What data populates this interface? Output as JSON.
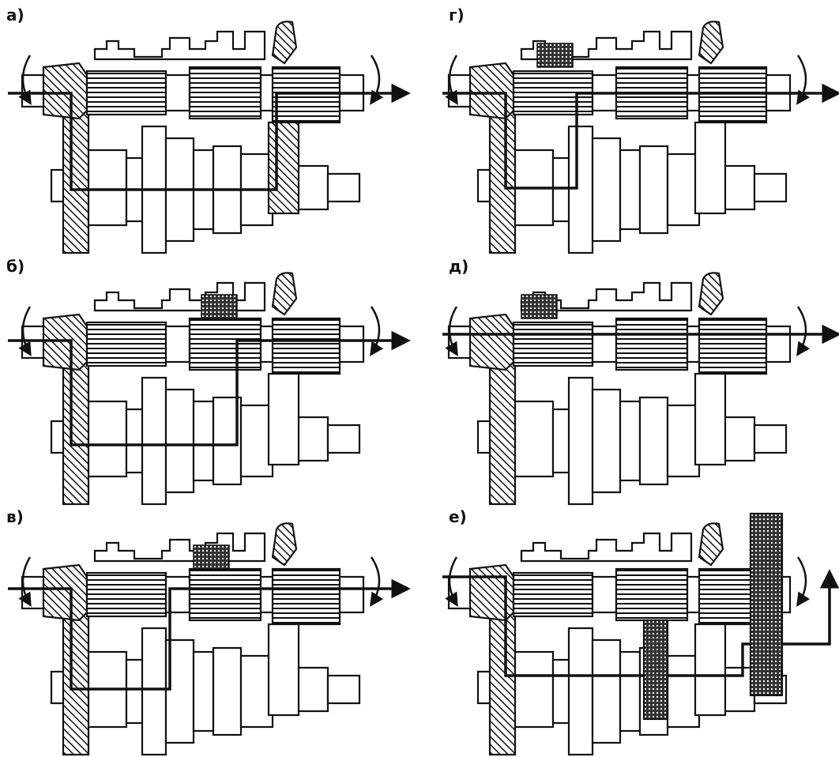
{
  "panels": [
    {
      "label": "а)",
      "gear": "1"
    },
    {
      "label": "б)",
      "gear": "2"
    },
    {
      "label": "в)",
      "gear": "3"
    },
    {
      "label": "г)",
      "gear": "4"
    },
    {
      "label": "д)",
      "gear": "5"
    },
    {
      "label": "е)",
      "gear": "reverse"
    }
  ],
  "colors": {
    "ink": "#111111",
    "paper": "#ffffff",
    "part_fill": "#ffffff"
  }
}
